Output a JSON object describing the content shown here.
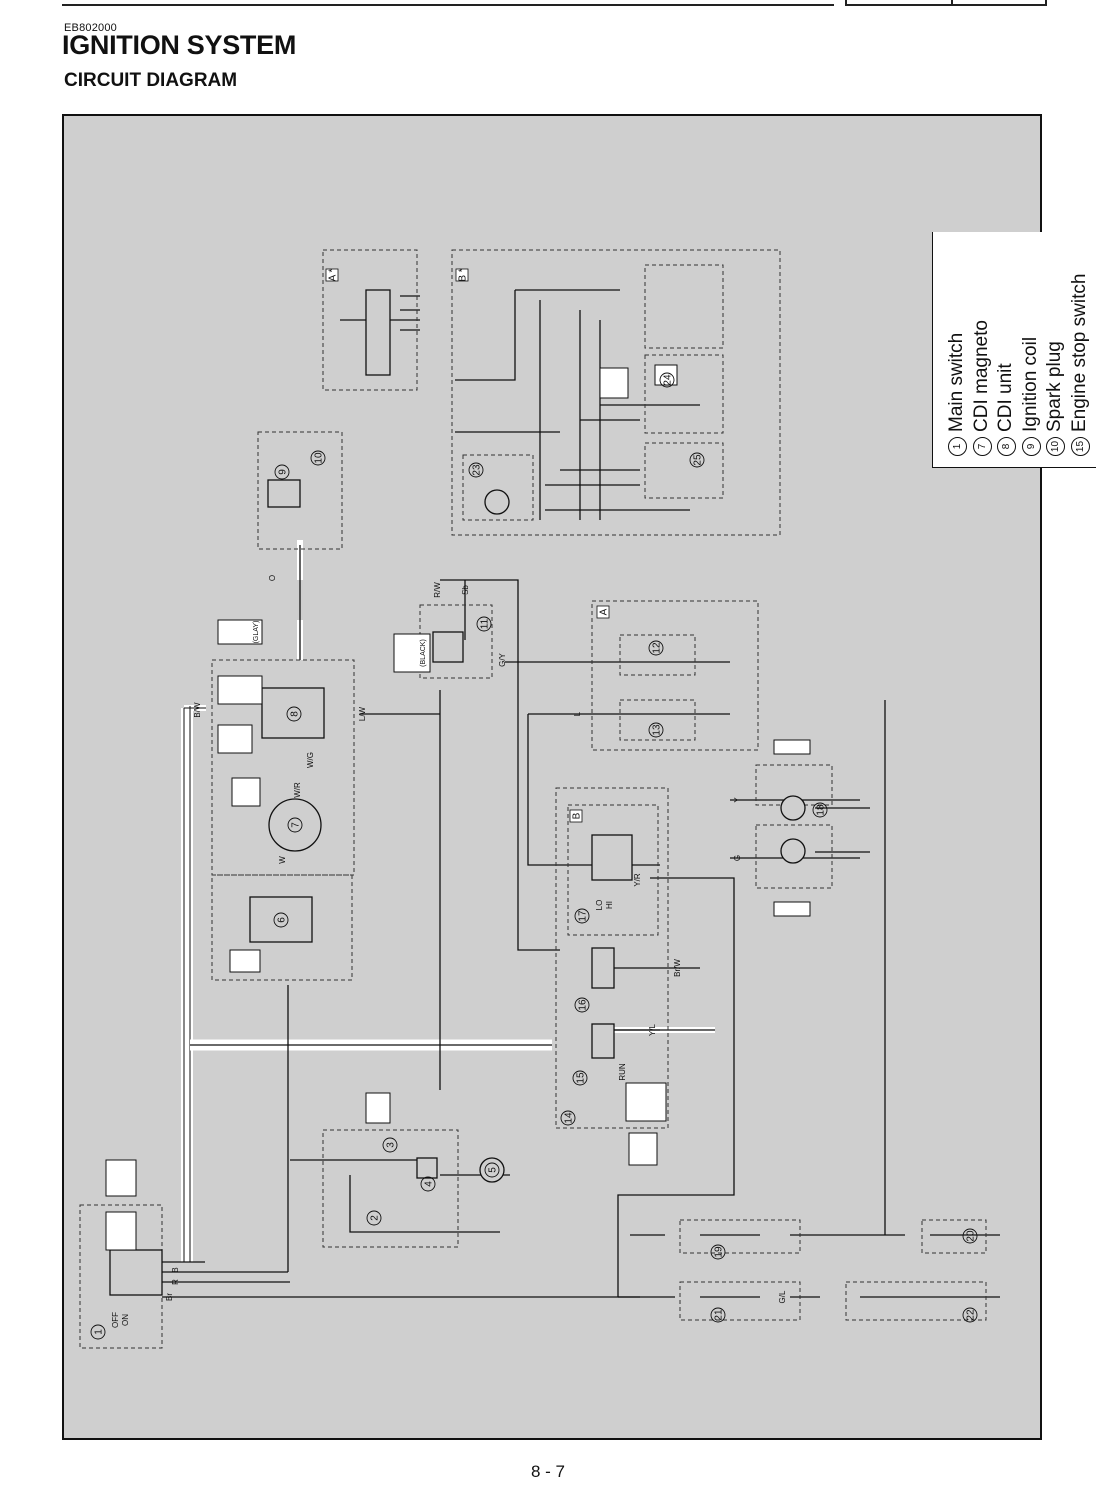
{
  "header": {
    "code": "EB802000",
    "title": "IGNITION SYSTEM",
    "subtitle": "CIRCUIT DIAGRAM"
  },
  "legend": [
    {
      "num": "1",
      "label": "Main switch"
    },
    {
      "num": "7",
      "label": "CDI magneto"
    },
    {
      "num": "8",
      "label": "CDI unit"
    },
    {
      "num": "9",
      "label": "Ignition coil"
    },
    {
      "num": "10",
      "label": "Spark plug"
    },
    {
      "num": "15",
      "label": "Engine stop switch"
    }
  ],
  "diagram": {
    "callouts": [
      "1",
      "2",
      "3",
      "4",
      "5",
      "6",
      "7",
      "8",
      "9",
      "10",
      "11",
      "12",
      "13",
      "14",
      "15",
      "16",
      "17",
      "18",
      "19",
      "20",
      "21",
      "22",
      "23",
      "24",
      "25"
    ],
    "sub_boxes": [
      "A",
      "B",
      "A *",
      "B *"
    ],
    "wire_labels": [
      "B/W",
      "B",
      "R",
      "Br",
      "L/W",
      "R/W",
      "Sb",
      "G/Y",
      "L",
      "O",
      "W",
      "W/R",
      "W/G",
      "Y",
      "G",
      "Y/R",
      "Br/W",
      "G/L",
      "Y/L"
    ],
    "switch_positions": [
      "OFF",
      "ON",
      "LO",
      "HI",
      "RUN"
    ],
    "connector_color_labels": [
      "(GLAY)",
      "(BLACK)"
    ]
  },
  "footer": {
    "page": "8 - 7"
  }
}
